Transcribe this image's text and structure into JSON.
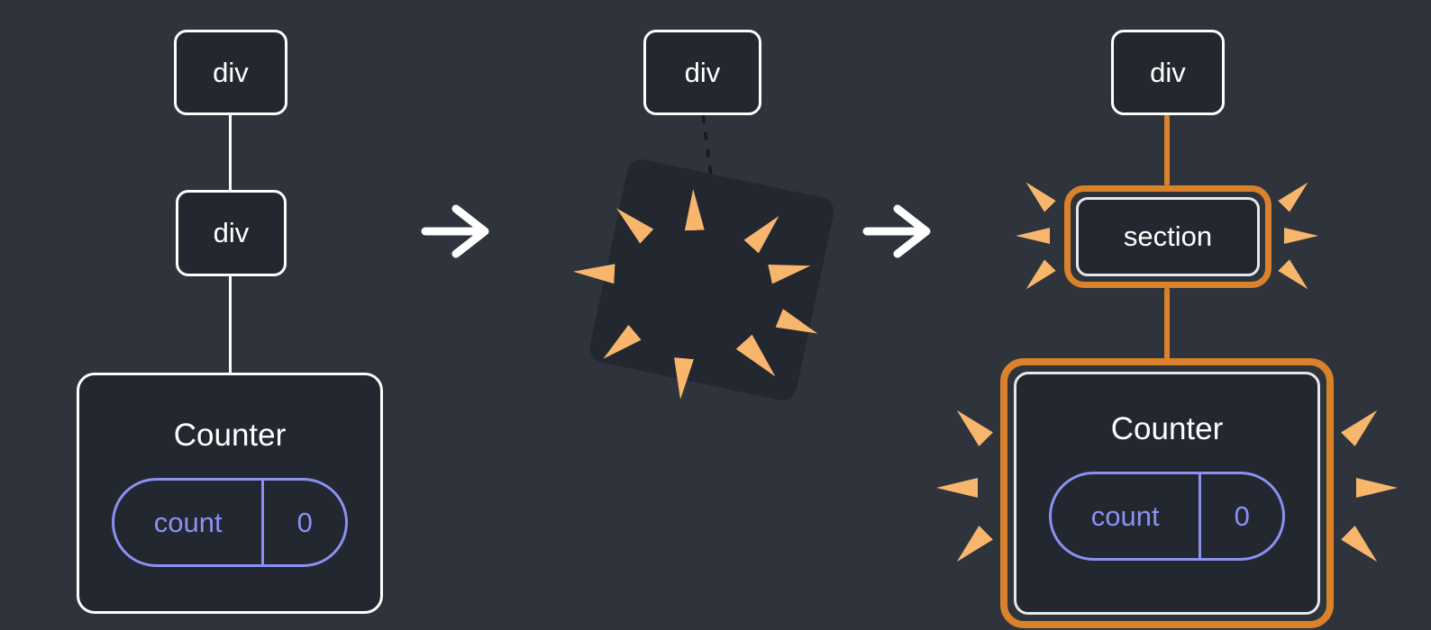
{
  "colors": {
    "canvas_bg": "#2e333c",
    "box_fill": "#23272f",
    "box_border": "#ffffff",
    "text": "#ffffff",
    "purple": "#8a91f2",
    "highlight": "#d9822b",
    "spark": "#f8b66d",
    "inner_border": "#e6e7ea",
    "dash": "#161b22"
  },
  "before": {
    "root_label": "div",
    "child_label": "div",
    "component": {
      "title": "Counter",
      "state_key": "count",
      "state_value": "0"
    }
  },
  "during": {
    "root_label": "div"
  },
  "after": {
    "root_label": "div",
    "replacement_label": "section",
    "component": {
      "title": "Counter",
      "state_key": "count",
      "state_value": "0"
    }
  }
}
